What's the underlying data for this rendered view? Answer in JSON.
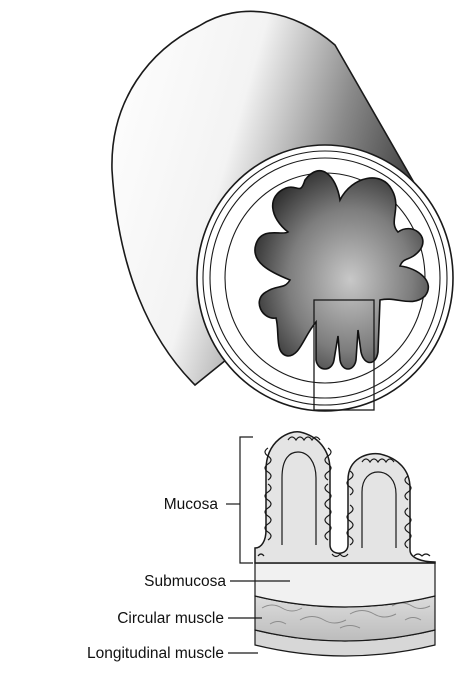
{
  "labels": {
    "mucosa": "Mucosa",
    "submucosa": "Submucosa",
    "circular_muscle": "Circular muscle",
    "longitudinal_muscle": "Longitudinal muscle"
  },
  "colors": {
    "outline": "#1a1a1a",
    "lumen_dark": "#2a2a2a",
    "lumen_light": "#bdbdbd",
    "tube_shade": "#4a4a4a",
    "mucosa_fill": "#e2e2e2",
    "muscle_fill": "#c9c9c9"
  }
}
